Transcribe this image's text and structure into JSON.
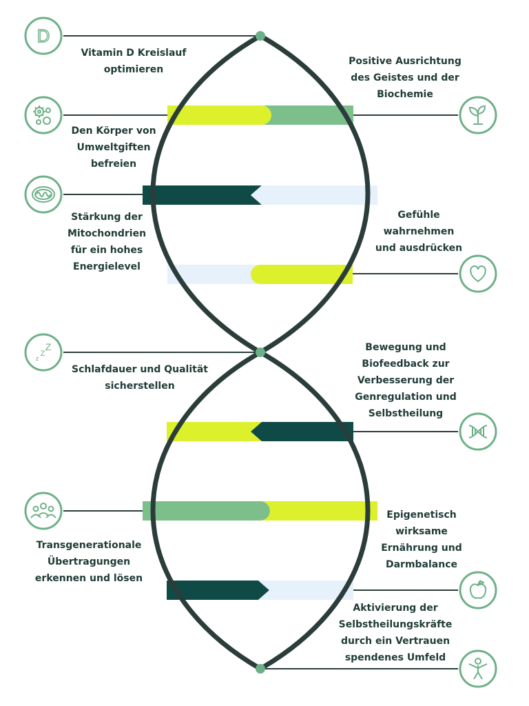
{
  "colors": {
    "dark": "#0f4a47",
    "lime": "#dcf12b",
    "green": "#7cbf8b",
    "pale": "#e6f1fb",
    "helix": "#2b3d3a",
    "icon": "#6db088",
    "text": "#1f3b36",
    "dot": "#6db088"
  },
  "labels": {
    "vitamin_d": "Vitamin D Kreislauf\noptimieren",
    "geist": "Positive Ausrichtung\ndes Geistes und der\nBiochemie",
    "umweltgifte": "Den Körper von\nUmweltgiften\nbefreien",
    "mitochondrien": "Stärkung der\nMitochondrien\nfür ein hohes\nEnergielevel",
    "gefuehle": "Gefühle\nwahrnehmen\nund ausdrücken",
    "schlaf": "Schlafdauer und Qualität\nsicherstellen",
    "bewegung": "Bewegung und\nBiofeedback zur\nVerbesserung der\nGenregulation und\nSelbstheilung",
    "transgenerational": "Transgenerationale\nÜbertragungen\nerkennen und lösen",
    "ernaehrung": "Epigenetisch\nwirksame\nErnährung und\nDarmbalance",
    "umfeld": "Aktivierung der\nSelbstheilungskräfte\ndurch ein Vertrauen\nspendenes Umfeld"
  },
  "icons": {
    "vitamin_d_letter": "D",
    "sleep_letters": [
      "Z",
      "Z",
      "z"
    ],
    "names": [
      "vitamin-d-icon",
      "gears-icon",
      "mitochondria-icon",
      "sleep-icon",
      "group-icon",
      "plant-icon",
      "heart-icon",
      "dna-icon",
      "apple-icon",
      "person-icon"
    ]
  }
}
